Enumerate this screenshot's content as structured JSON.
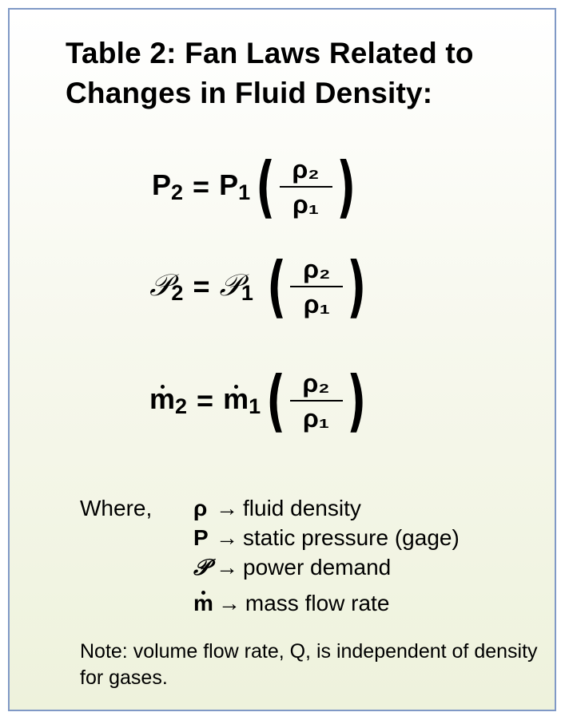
{
  "title": "Table 2:  Fan Laws Related to Changes in Fluid Density:",
  "equations": [
    {
      "lhs": "P",
      "lhs_sub": "2",
      "rhs": "P",
      "rhs_sub": "1",
      "num": "ρ₂",
      "den": "ρ₁"
    },
    {
      "lhs": "𝒫",
      "lhs_sub": "2",
      "rhs": "𝒫",
      "rhs_sub": "1",
      "num": "ρ₂",
      "den": "ρ₁"
    },
    {
      "lhs": "m",
      "lhs_sub": "2",
      "rhs": "m",
      "rhs_sub": "1",
      "num": "ρ₂",
      "den": "ρ₁"
    }
  ],
  "equals": "=",
  "where_label": "Where,",
  "arrow": "→",
  "definitions": [
    {
      "symbol": "ρ",
      "text": "fluid density"
    },
    {
      "symbol": "P",
      "text": "static pressure (gage)"
    },
    {
      "symbol": "𝒫",
      "text": "power demand"
    },
    {
      "symbol": "m",
      "text": "mass flow rate"
    }
  ],
  "note": "Note:  volume flow rate, Q, is independent of density for gases."
}
